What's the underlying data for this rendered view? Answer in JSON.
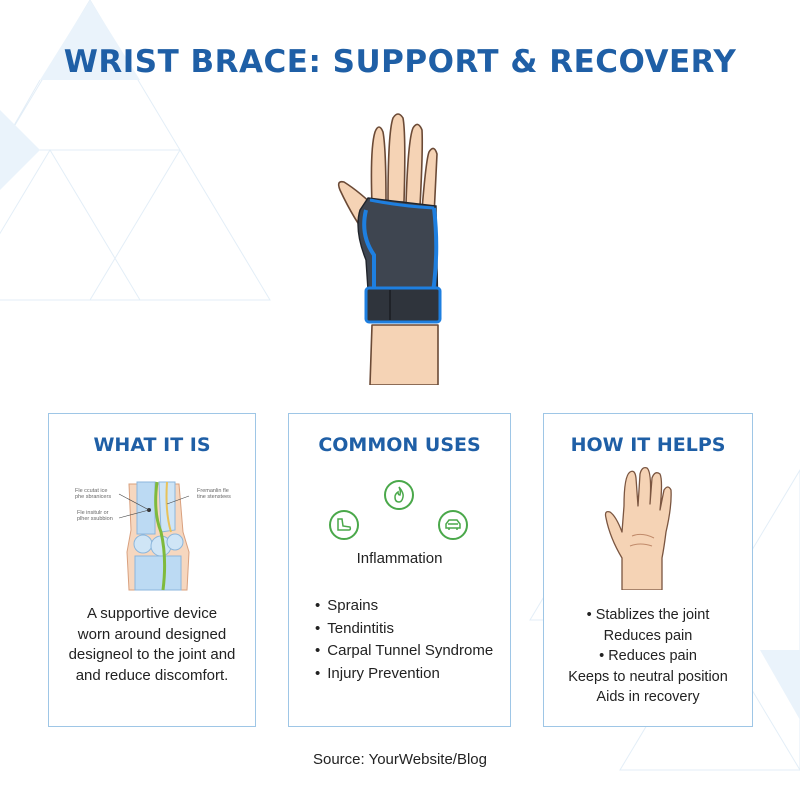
{
  "title": "WRIST BRACE: SUPPORT & RECOVERY",
  "cards": {
    "what": {
      "heading": "WHAT IT IS",
      "diagram_labels": [
        "Fle ccutat ice",
        "phe sbranicers",
        "Fle insitulr or",
        "plher ssubbion",
        "Fremanlin fle",
        "tine stenstees"
      ],
      "description_lines": [
        "A supportive device",
        "worn around designed",
        "designeol to the joint and",
        "and reduce discomfort."
      ]
    },
    "uses": {
      "heading": "COMMON USES",
      "icons": [
        "flame-icon",
        "foot-icon",
        "car-icon"
      ],
      "icon_label": "Inflammation",
      "items": [
        "Sprains",
        "Tendintitis",
        "Carpal Tunnel Syndrome",
        "Injury Prevention"
      ]
    },
    "helps": {
      "heading": "HOW IT HELPS",
      "lines": [
        "• Stablizes the joint",
        "Reduces pain",
        "• Reduces pain",
        "Keeps to neutral position",
        "Aids in recovery"
      ]
    }
  },
  "source": "Source: YourWebsite/Blog",
  "colors": {
    "heading_blue": "#1f5fa6",
    "card_border": "#9ec6e6",
    "brace_dark": "#3e4550",
    "brace_trim": "#1e7fe0",
    "skin": "#f5d3b5",
    "icon_green": "#4aa84a"
  }
}
